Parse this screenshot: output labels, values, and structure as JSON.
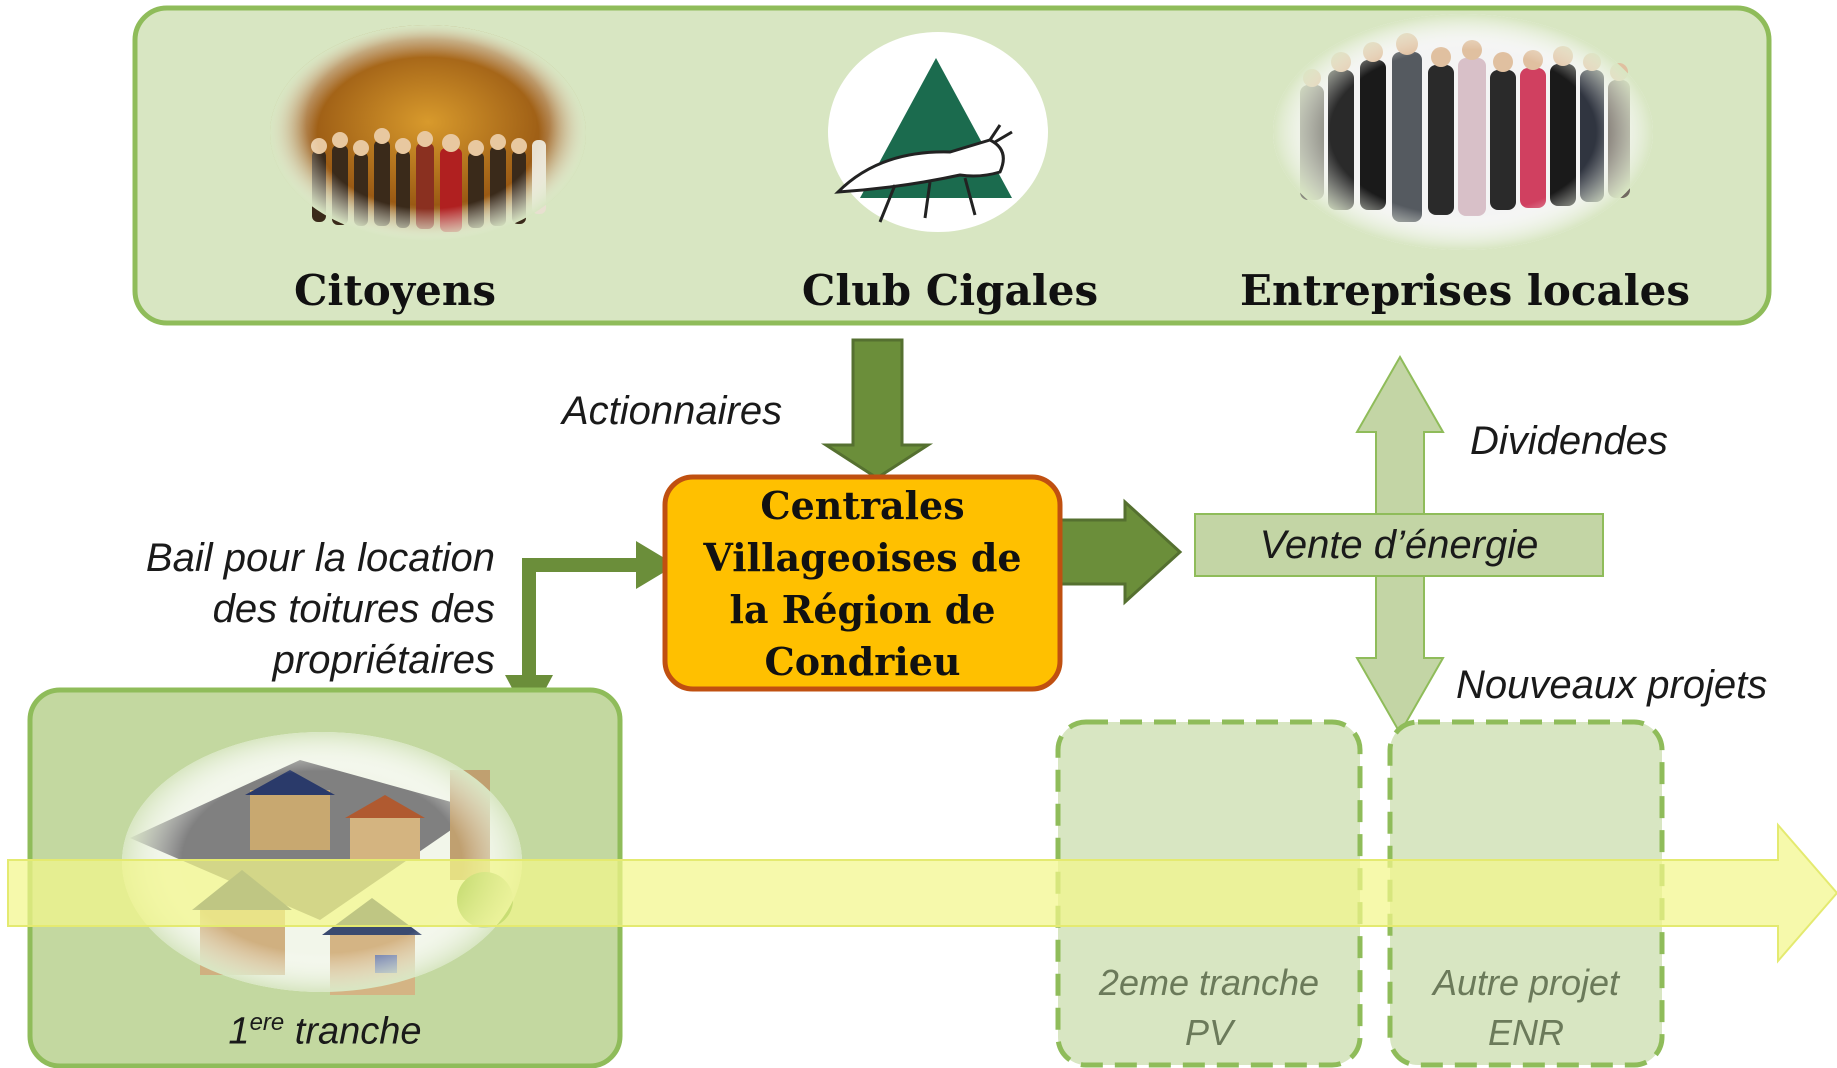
{
  "shareholders": {
    "items": [
      {
        "label": "Citoyens",
        "icon": "crowd-photo-icon"
      },
      {
        "label": "Club Cigales",
        "icon": "cigale-logo-icon"
      },
      {
        "label": "Entreprises locales",
        "icon": "business-people-photo-icon"
      }
    ]
  },
  "flows": {
    "actionnaires": "Actionnaires",
    "dividendes": "Dividendes",
    "vente": "Vente d’énergie",
    "nouveaux_projets": "Nouveaux projets",
    "bail_lines": [
      "Bail pour la location",
      "des toitures des",
      "propriétaires"
    ]
  },
  "center_box": {
    "lines": [
      "Centrales",
      "Villageoises de",
      "la Région de",
      "Condrieu"
    ]
  },
  "phases": {
    "first": {
      "prefix": "1",
      "superscript": "ere",
      "suffix": " tranche",
      "icon": "solar-village-icon"
    },
    "second": {
      "lines": [
        "2eme tranche",
        "PV"
      ]
    },
    "other": {
      "lines": [
        "Autre projet",
        "ENR"
      ]
    }
  },
  "colors": {
    "panel_fill": "#d8e6c2",
    "panel_border": "#8fbc5a",
    "arrow_dark": "#6b8e3a",
    "arrow_light": "#c3d5a5",
    "center_fill": "#ffc000",
    "center_border": "#c05010",
    "timeline": "#f2f78a"
  }
}
